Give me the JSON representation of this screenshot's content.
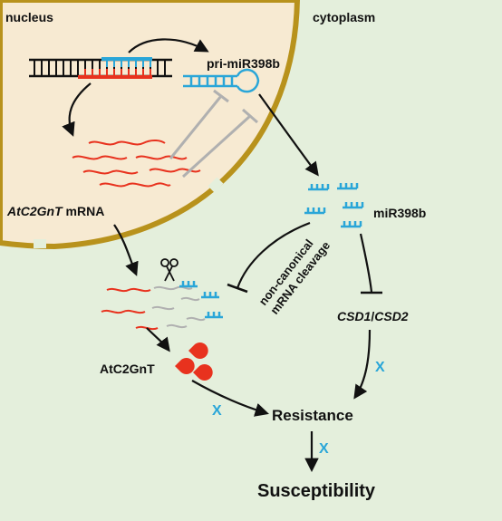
{
  "labels": {
    "nucleus": "nucleus",
    "cytoplasm": "cytoplasm",
    "pri_mirna": "pri-miR398b",
    "mrna_gene": "AtC2GnT",
    "mrna_suffix": " mRNA",
    "mirna": "miR398b",
    "cleavage_line1": "non-canonical",
    "cleavage_line2": "mRNA cleavage",
    "csd1": "CSD1",
    "csd_sep": "/",
    "csd2": "CSD2",
    "protein": "AtC2GnT",
    "resistance": "Resistance",
    "susceptibility": "Susceptibility",
    "block_mark": "X"
  },
  "colors": {
    "cytoplasm_bg": "#e4efdc",
    "nucleus_fill": "#f7ead2",
    "nuclear_envelope": "#b8921c",
    "rna_red": "#e8321e",
    "mirna_blue": "#2aa6d8",
    "inhibit_gray": "#b0b0b0",
    "arrow_black": "#111111"
  }
}
